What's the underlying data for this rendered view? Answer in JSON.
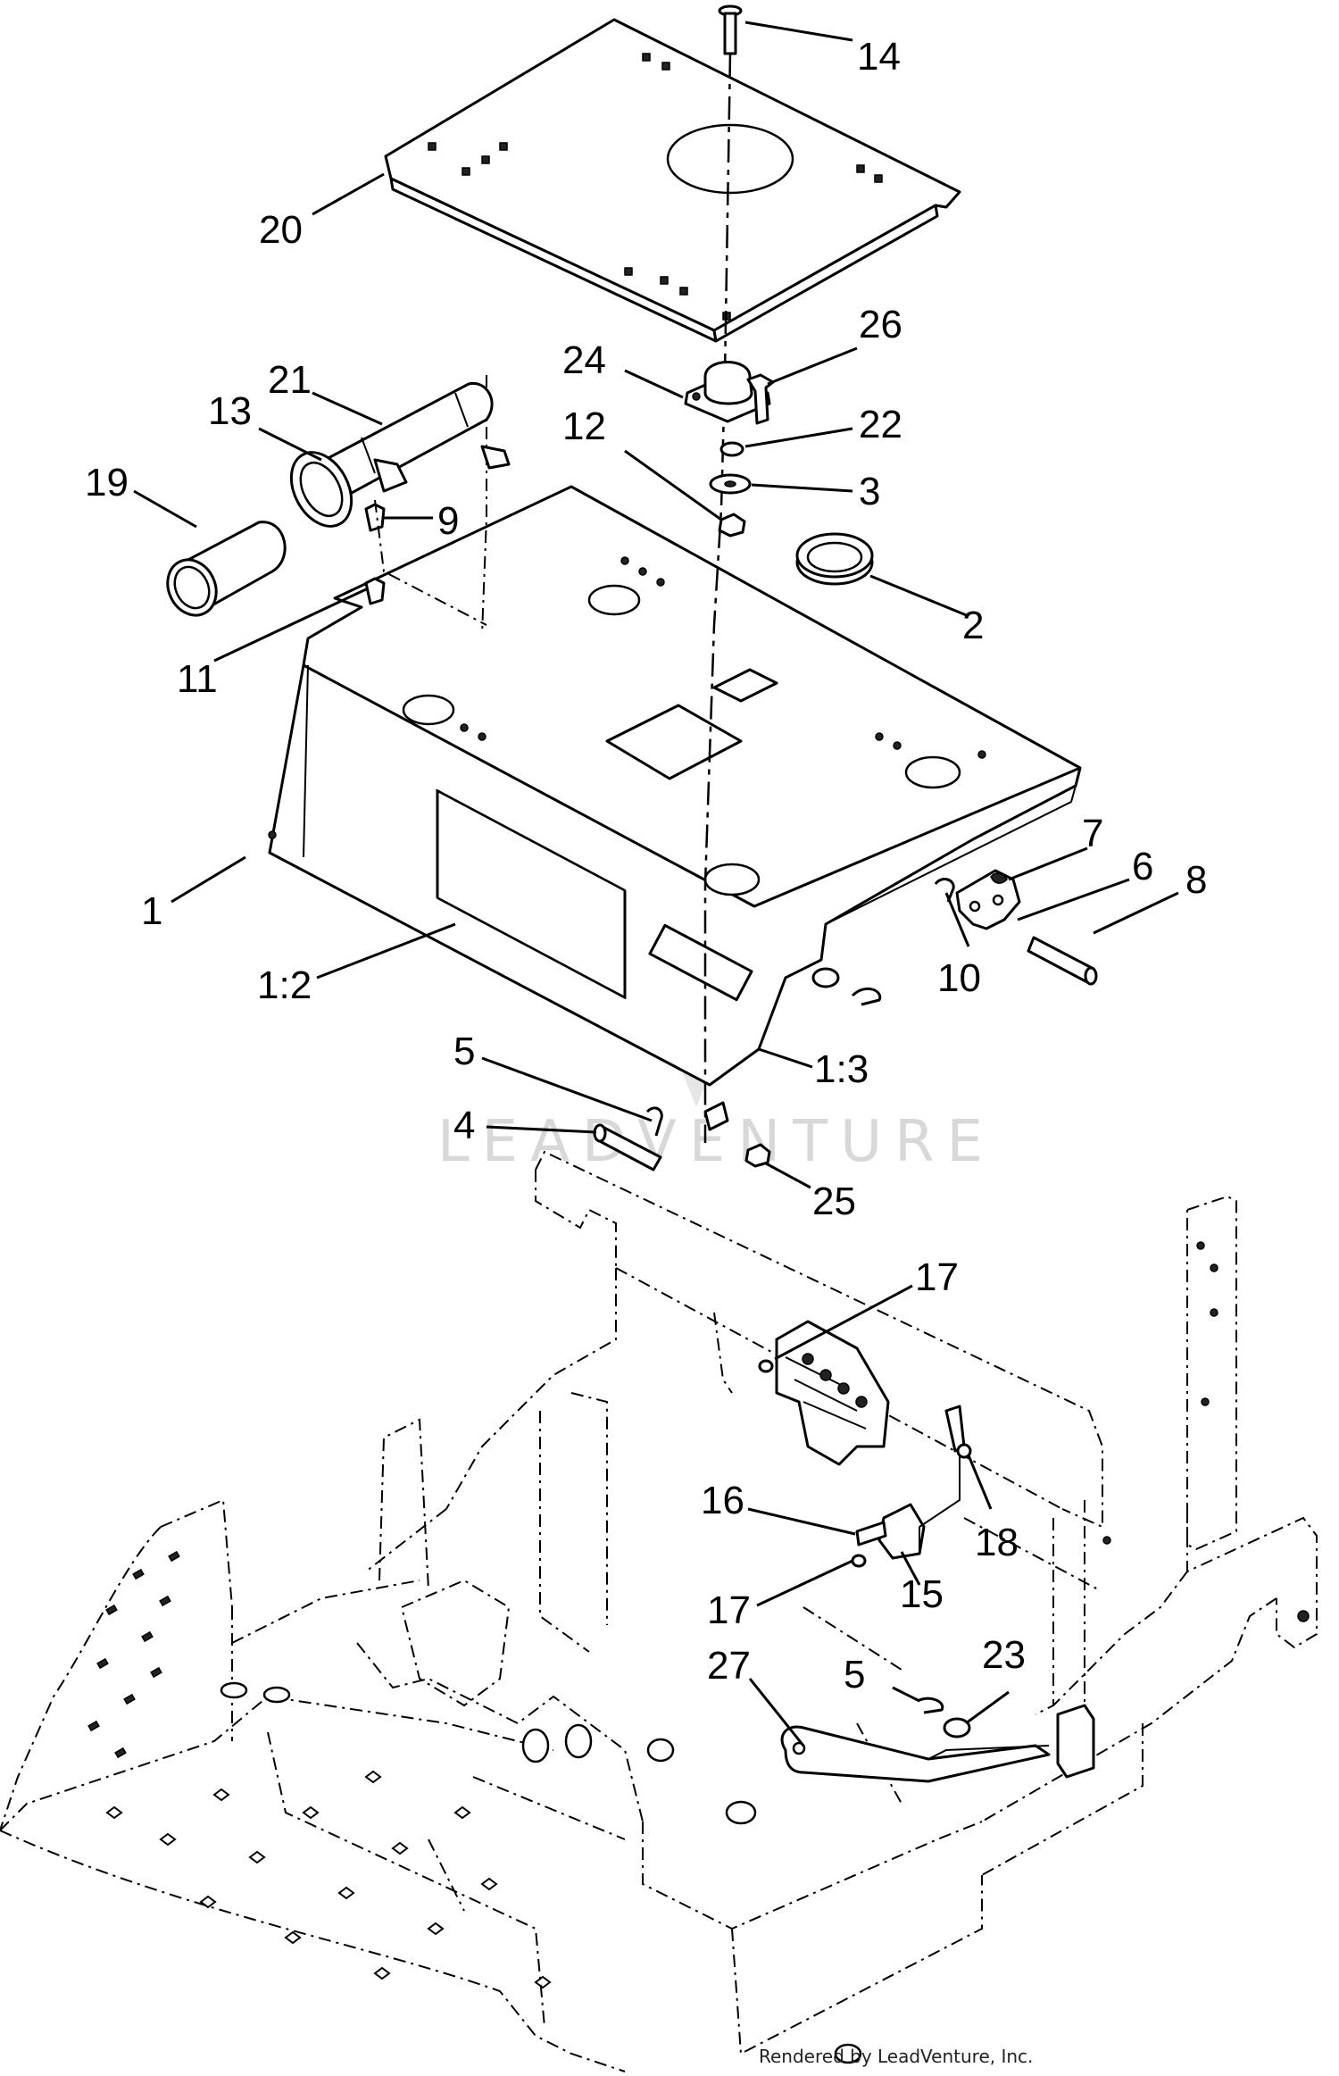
{
  "diagram": {
    "callouts": [
      {
        "id": "14",
        "label": "14"
      },
      {
        "id": "20",
        "label": "20"
      },
      {
        "id": "26",
        "label": "26"
      },
      {
        "id": "24",
        "label": "24"
      },
      {
        "id": "21",
        "label": "21"
      },
      {
        "id": "13",
        "label": "13"
      },
      {
        "id": "12",
        "label": "12"
      },
      {
        "id": "22",
        "label": "22"
      },
      {
        "id": "19",
        "label": "19"
      },
      {
        "id": "9",
        "label": "9"
      },
      {
        "id": "3",
        "label": "3"
      },
      {
        "id": "2",
        "label": "2"
      },
      {
        "id": "11",
        "label": "11"
      },
      {
        "id": "7",
        "label": "7"
      },
      {
        "id": "6",
        "label": "6"
      },
      {
        "id": "8",
        "label": "8"
      },
      {
        "id": "1",
        "label": "1"
      },
      {
        "id": "10",
        "label": "10"
      },
      {
        "id": "1-2",
        "label": "1:2"
      },
      {
        "id": "5-upper",
        "label": "5"
      },
      {
        "id": "1-3",
        "label": "1:3"
      },
      {
        "id": "4",
        "label": "4"
      },
      {
        "id": "25",
        "label": "25"
      },
      {
        "id": "17-upper",
        "label": "17"
      },
      {
        "id": "16",
        "label": "16"
      },
      {
        "id": "18",
        "label": "18"
      },
      {
        "id": "17-lower",
        "label": "17"
      },
      {
        "id": "15",
        "label": "15"
      },
      {
        "id": "27",
        "label": "27"
      },
      {
        "id": "5-lower",
        "label": "5"
      },
      {
        "id": "23",
        "label": "23"
      }
    ]
  },
  "watermark": {
    "text": "LEADVENTURE"
  },
  "footer": {
    "credit": "Rendered by LeadVenture, Inc."
  }
}
